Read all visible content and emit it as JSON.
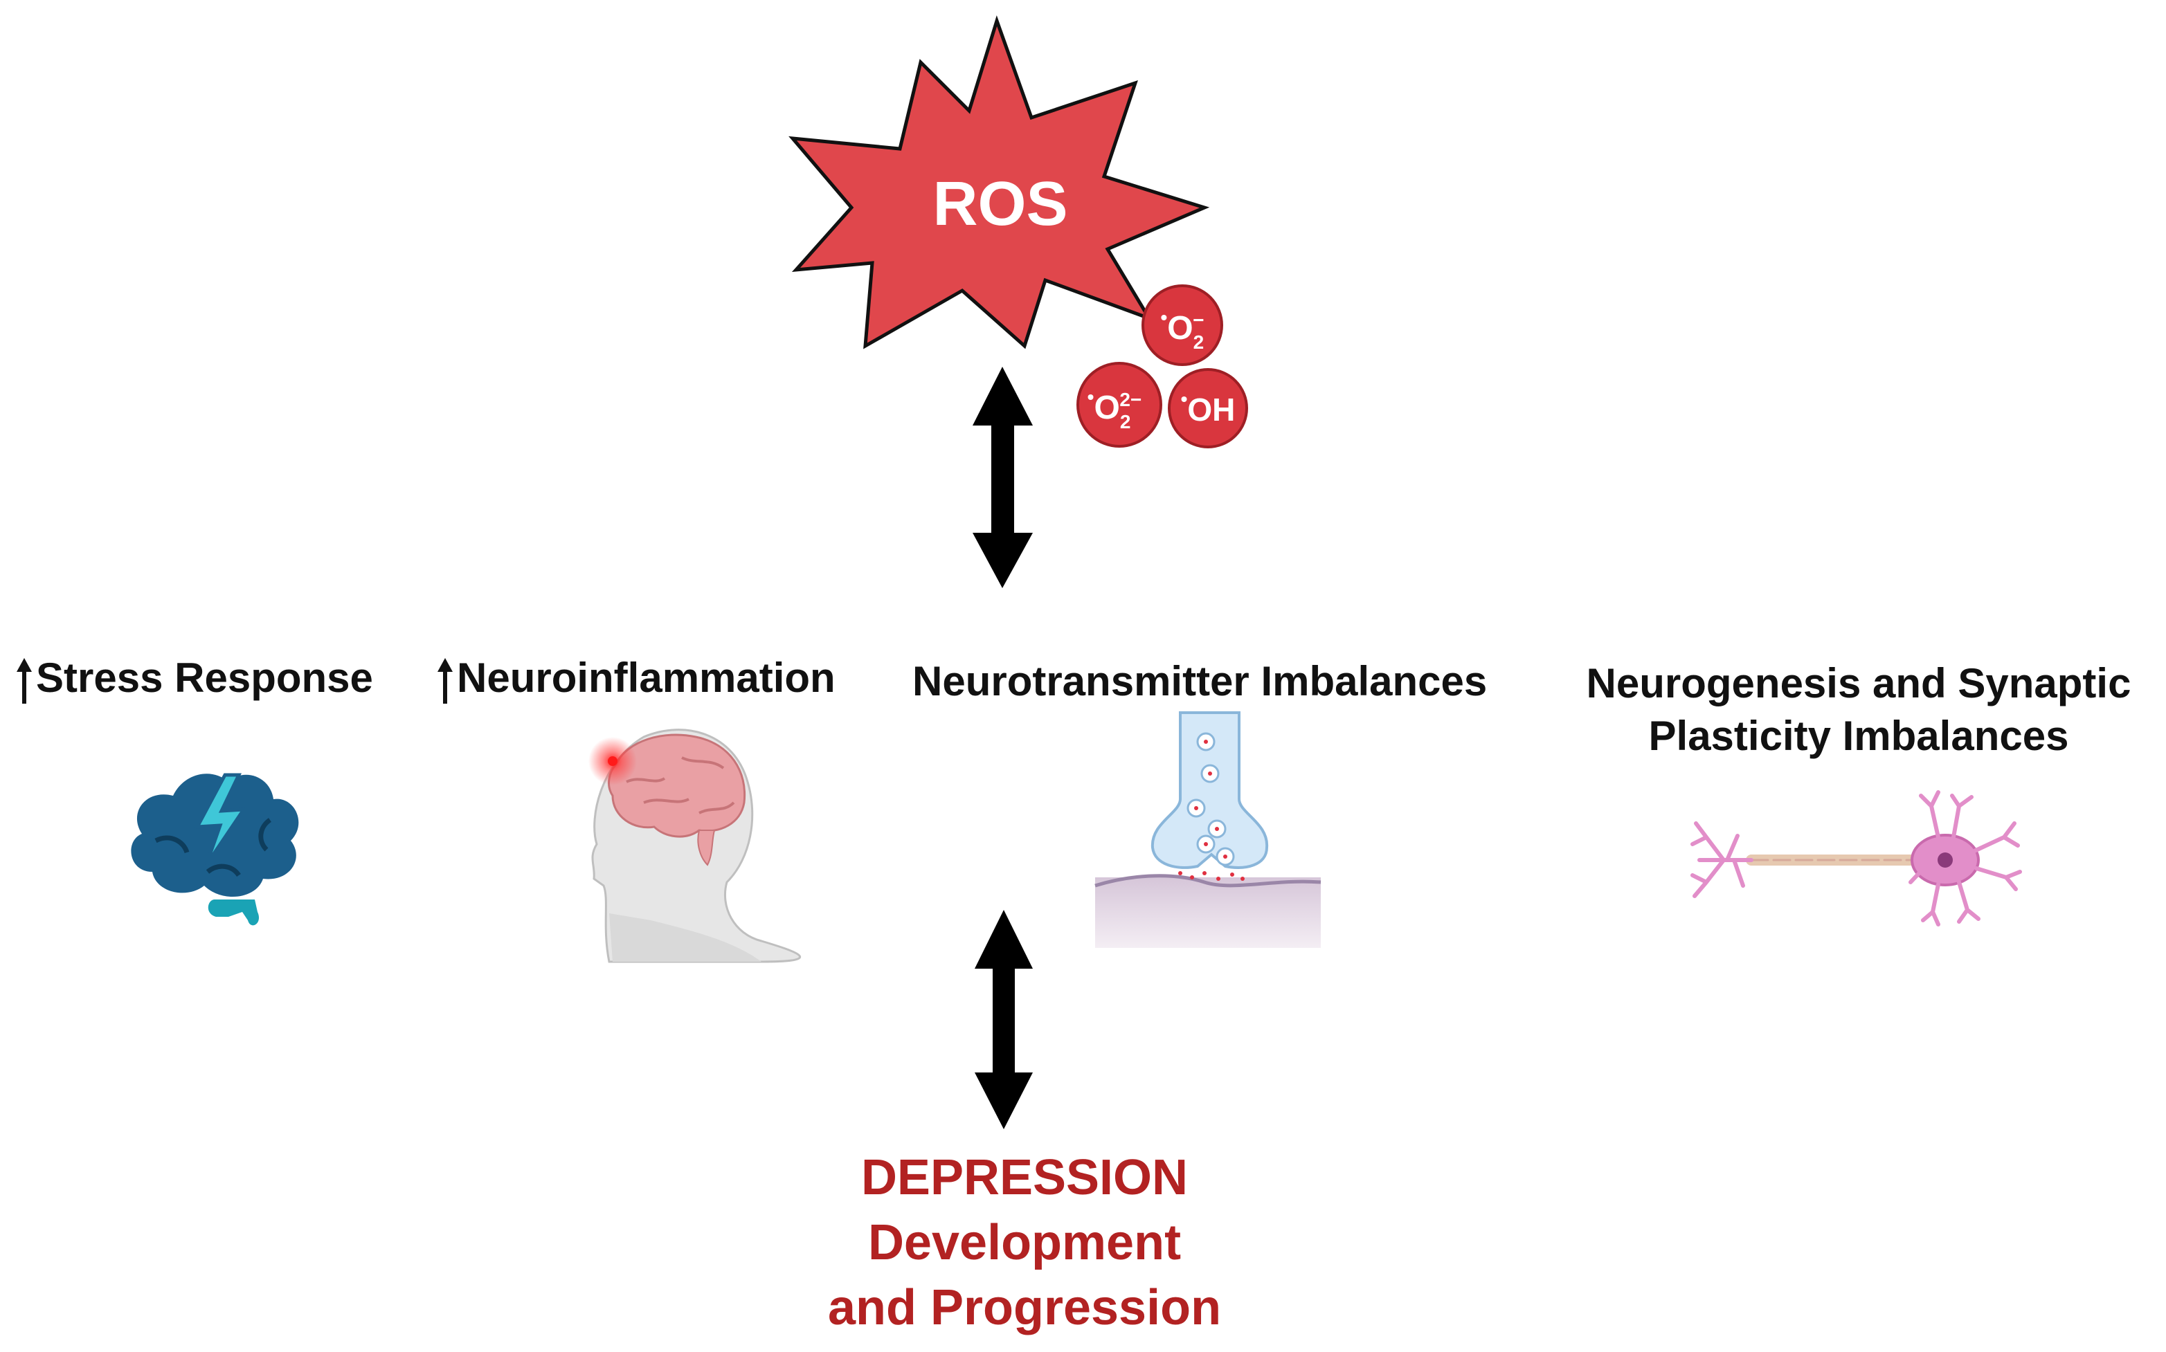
{
  "ros": {
    "label": "ROS"
  },
  "radicals": [
    {
      "dot": "•",
      "main": "O",
      "sub": "2",
      "sup": "−"
    },
    {
      "dot": "•",
      "main": "O",
      "sub": "2",
      "sup": "2−"
    },
    {
      "dot": "•",
      "main": "OH",
      "sub": "",
      "sup": ""
    }
  ],
  "factors": {
    "stress": "Stress Response",
    "neuroinflammation": "Neuroinflammation",
    "neurotransmitter": "Neurotransmitter Imbalances",
    "neurogenesis_line1": "Neurogenesis and Synaptic",
    "neurogenesis_line2": "Plasticity Imbalances"
  },
  "outcome": {
    "line1": "DEPRESSION",
    "line2": "Development",
    "line3": "and Progression"
  },
  "colors": {
    "ros_fill": "#e0474c",
    "radical_fill": "#d9363e",
    "outcome_text": "#b22222",
    "arrow": "#000000",
    "brain_dark": "#1c5f8c",
    "bolt": "#3fc7d8",
    "neuron": "#e28ec9"
  },
  "icons": {
    "stress": "stressed-brain-icon",
    "neuroinflammation": "head-brain-inflammation-icon",
    "neurotransmitter": "synapse-icon",
    "neurogenesis": "neuron-icon"
  }
}
